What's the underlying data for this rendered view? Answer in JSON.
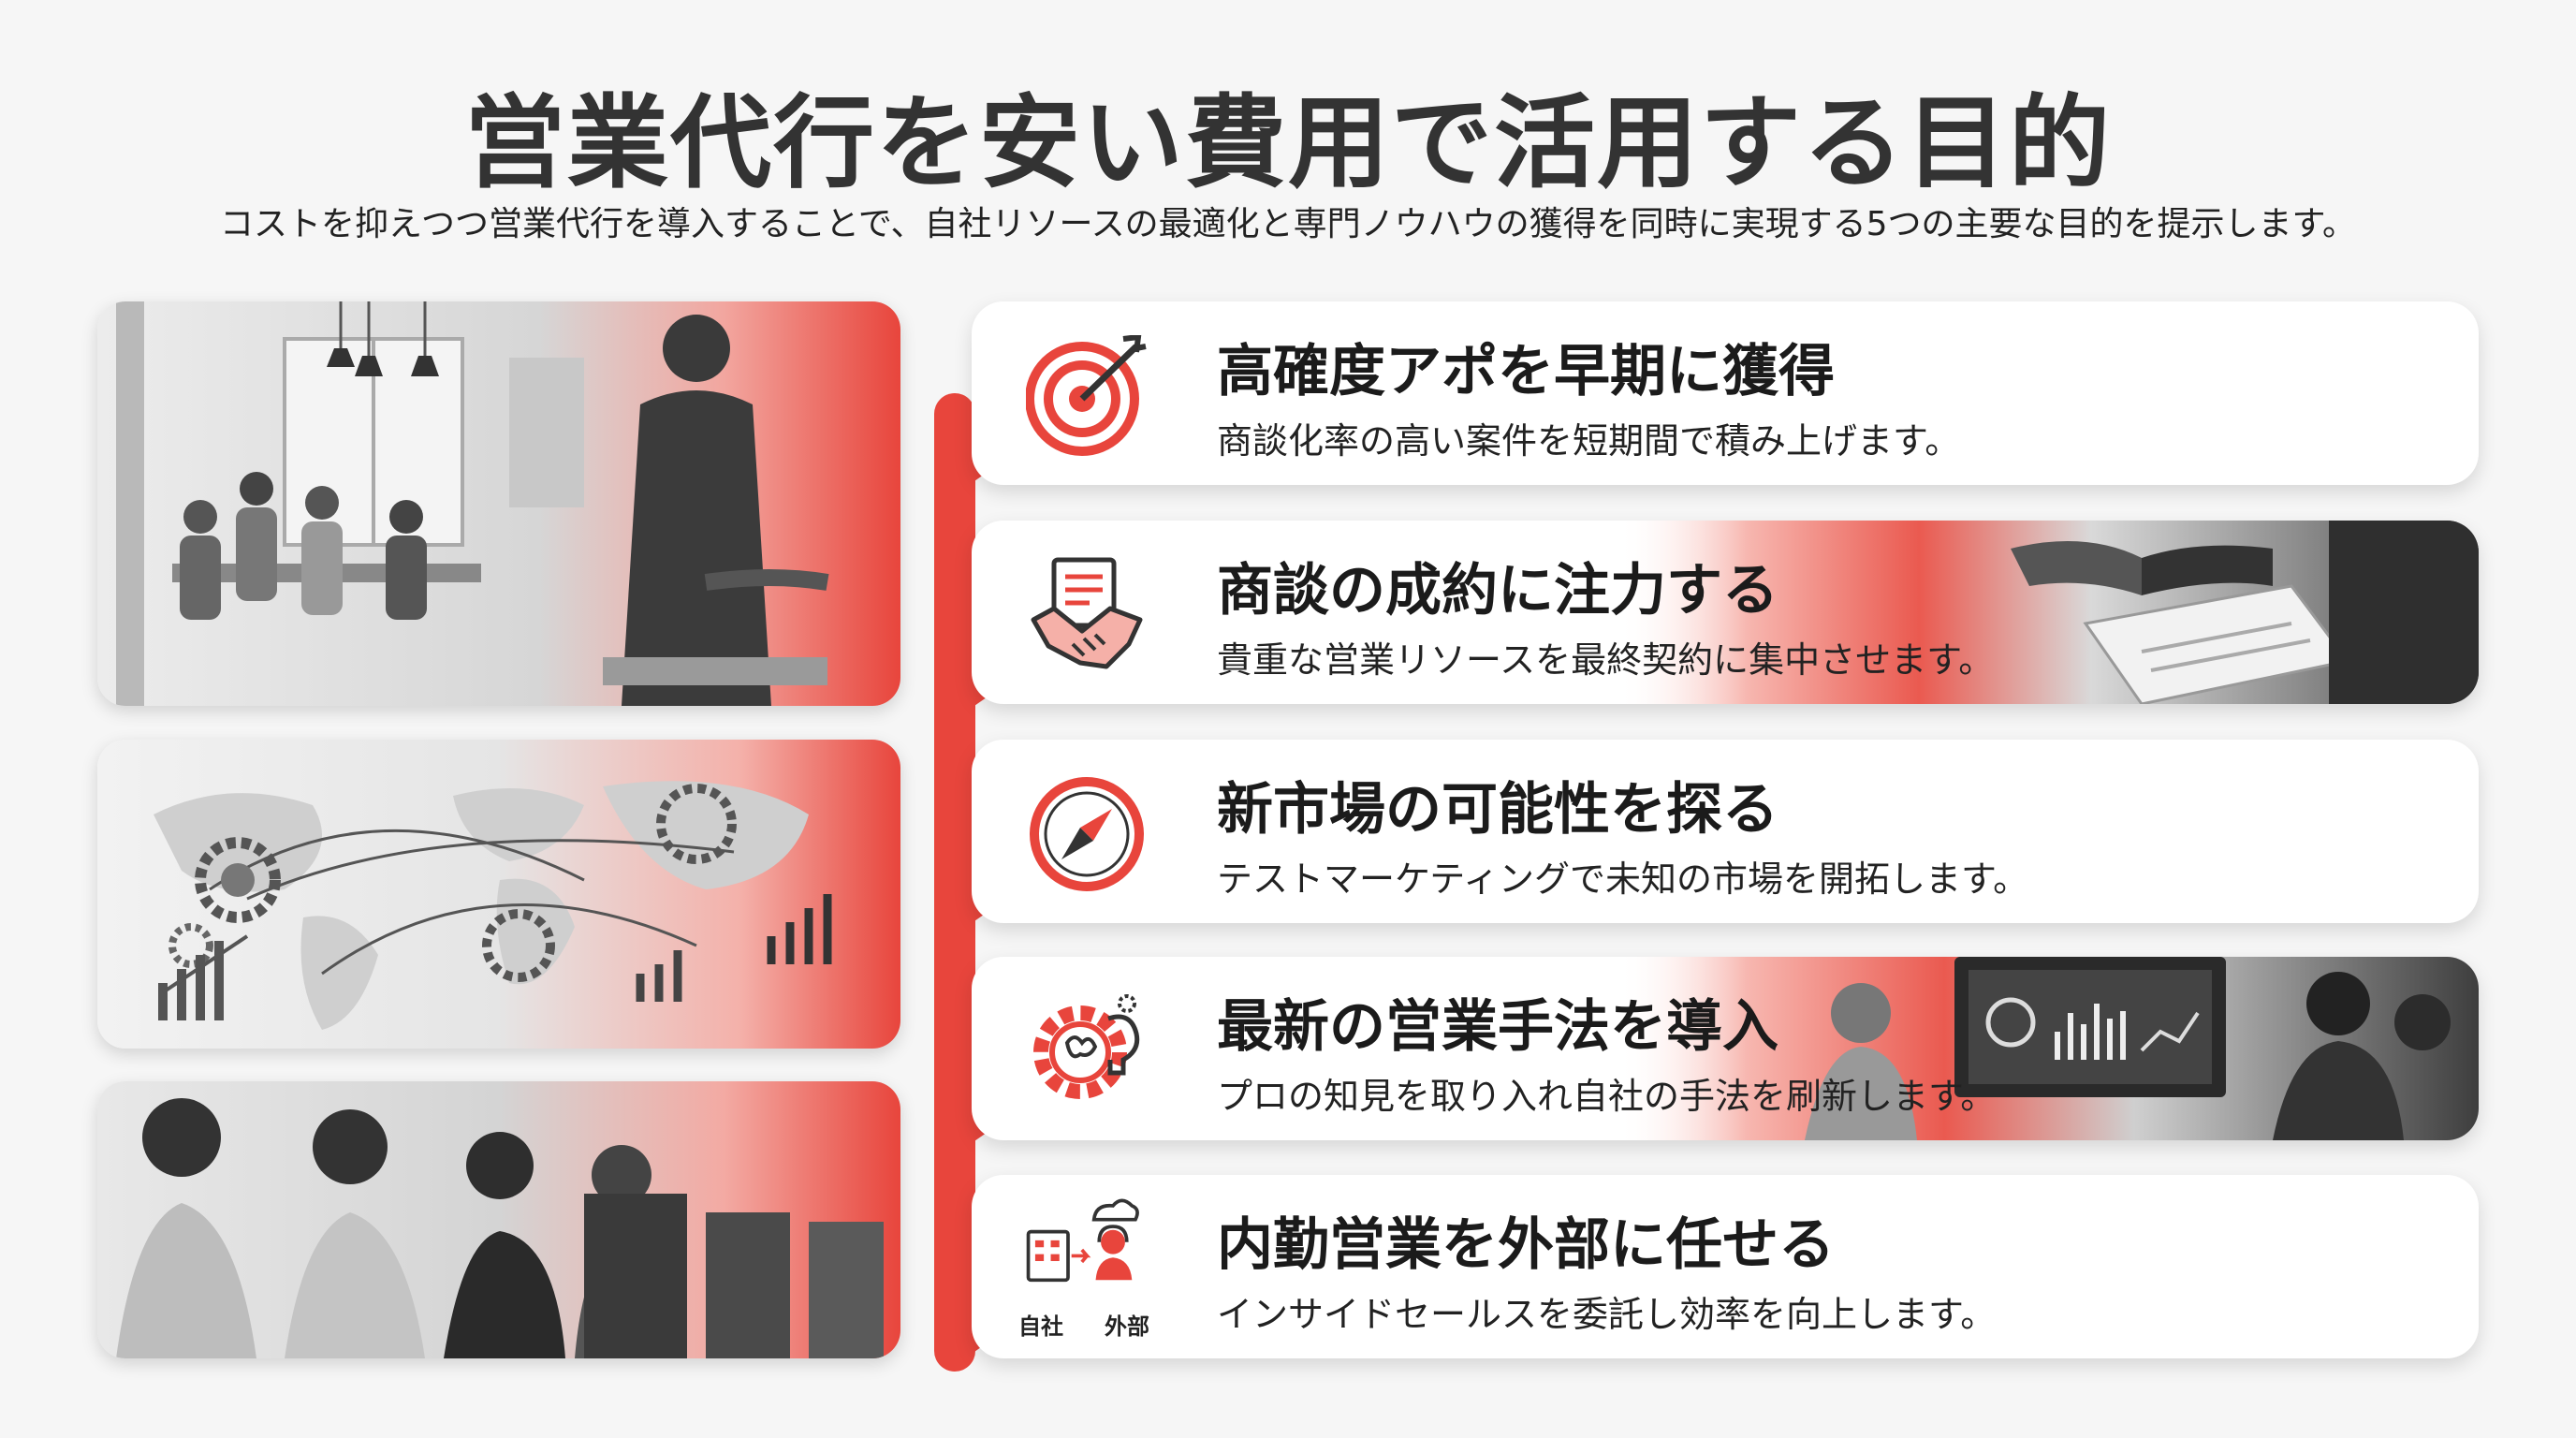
{
  "header": {
    "title": "営業代行を安い費用で活用する目的",
    "subtitle": "コストを抑えつつ営業代行を導入することで、自社リソースの最適化と専門ノウハウの獲得を同時に実現する5つの主要な目的を提示します。"
  },
  "colors": {
    "accent": "#e8453c",
    "accent_light": "#f7b3ac",
    "dark": "#1f1f1f"
  },
  "purposes": [
    {
      "title": "高確度アポを早期に獲得",
      "description": "商談化率の高い案件を短期間で積み上げます。",
      "icon": "target-icon"
    },
    {
      "title": "商談の成約に注力する",
      "description": "貴重な営業リソースを最終契約に集中させます。",
      "icon": "handshake-contract-icon"
    },
    {
      "title": "新市場の可能性を探る",
      "description": "テストマーケティングで未知の市場を開拓します。",
      "icon": "compass-icon"
    },
    {
      "title": "最新の営業手法を導入",
      "description": "プロの知見を取り入れ自社の手法を刷新します。",
      "icon": "gear-brain-icon"
    },
    {
      "title": "内勤営業を外部に任せる",
      "description": "インサイドセールスを委託し効率を向上します。",
      "icon": "outsourcing-icon",
      "labels": {
        "internal": "自社",
        "external": "外部"
      }
    }
  ]
}
